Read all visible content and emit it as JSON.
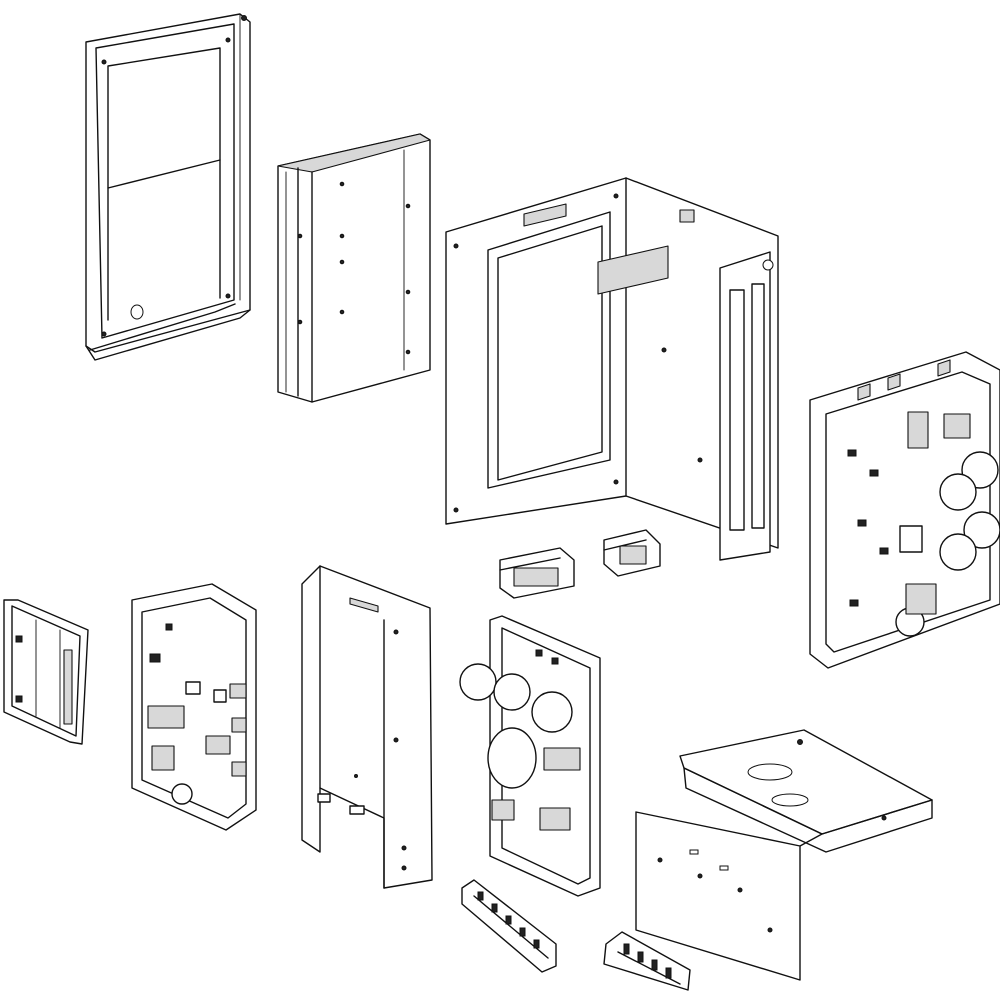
{
  "diagram": {
    "type": "exploded-view",
    "parts": [
      {
        "id": "front-frame",
        "icon": "frame-panel-icon"
      },
      {
        "id": "heatsink-cover",
        "icon": "heatsink-icon"
      },
      {
        "id": "main-enclosure",
        "icon": "enclosure-icon"
      },
      {
        "id": "power-pcb",
        "icon": "pcb-board-icon"
      },
      {
        "id": "small-cover",
        "icon": "cover-icon"
      },
      {
        "id": "control-pcb",
        "icon": "pcb-board-icon"
      },
      {
        "id": "mounting-plate",
        "icon": "sheet-metal-icon"
      },
      {
        "id": "capacitor-pcb",
        "icon": "pcb-board-icon"
      },
      {
        "id": "reactor-left",
        "icon": "reactor-icon"
      },
      {
        "id": "reactor-right",
        "icon": "reactor-icon"
      },
      {
        "id": "bracket",
        "icon": "bracket-icon"
      },
      {
        "id": "terminal-block-long",
        "icon": "terminal-block-icon"
      },
      {
        "id": "terminal-block-short",
        "icon": "terminal-block-icon"
      }
    ]
  }
}
